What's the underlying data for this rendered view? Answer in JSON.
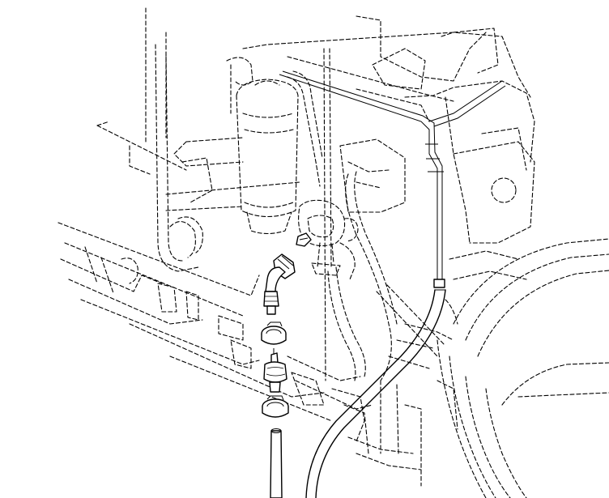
{
  "diagram": {
    "background": "#ffffff",
    "ink": "#000000",
    "parts": [
      "filter-canister",
      "brake-vacuum-pump",
      "elbow-fitting",
      "upper-hose-clamp",
      "inline-fuel-filter",
      "lower-hose-clamp",
      "short-fuel-line",
      "long-vacuum-hose",
      "rigid-metal-line",
      "engine-block-outline",
      "wheel-arch-outline",
      "frame-rail-outline"
    ]
  }
}
